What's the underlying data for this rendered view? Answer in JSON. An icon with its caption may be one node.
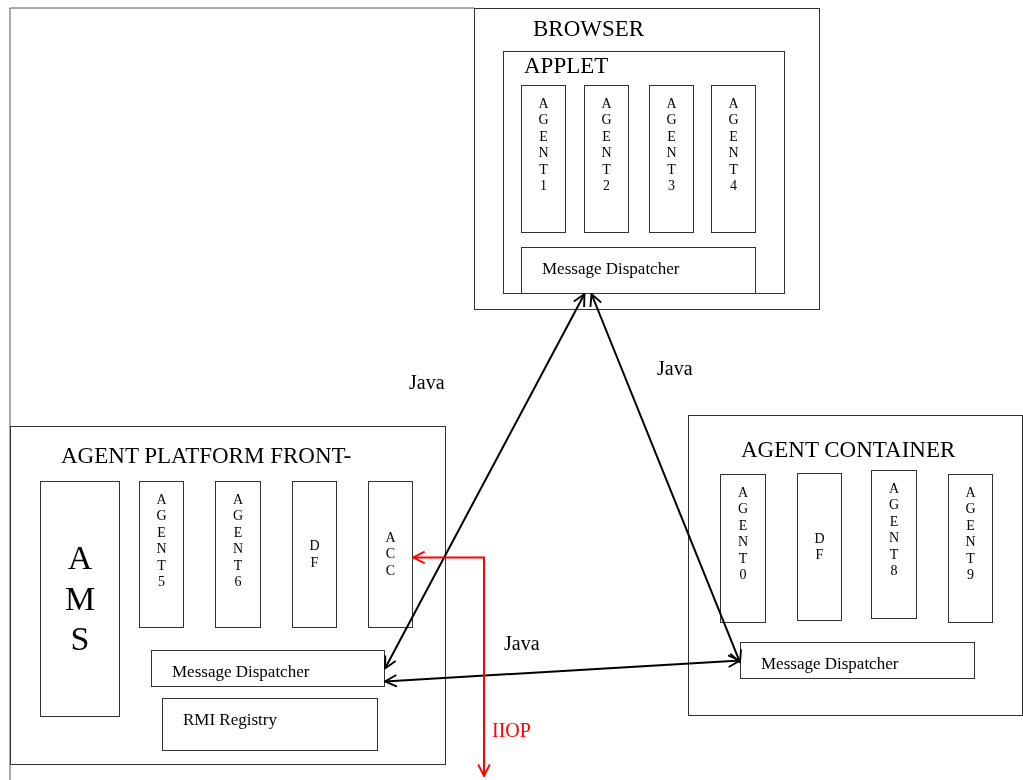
{
  "diagram": {
    "nodes": [
      {
        "text": [
          "BROWSER"
        ]
      },
      {
        "text": [
          "APPLET"
        ],
        "in": 0
      },
      {
        "text": [
          "AGENT1"
        ],
        "in": 1
      },
      {
        "text": [
          "AGENT2"
        ],
        "in": 1
      },
      {
        "text": [
          "AGENT3"
        ],
        "in": 1
      },
      {
        "text": [
          "AGENT4"
        ],
        "in": 1
      },
      {
        "text": [
          "Message Dispatcher"
        ],
        "in": 1
      },
      {
        "text": [
          "AGENT PLATFORM FRONT-"
        ]
      },
      {
        "text": [
          "AMS"
        ],
        "in": 7
      },
      {
        "text": [
          "AGENT5"
        ],
        "in": 7
      },
      {
        "text": [
          "AGENT6"
        ],
        "in": 7
      },
      {
        "text": [
          "DF"
        ],
        "in": 7
      },
      {
        "text": [
          "ACC"
        ],
        "in": 7
      },
      {
        "text": [
          "Message Dispatcher"
        ],
        "in": 7
      },
      {
        "text": [
          "RMI Registry"
        ],
        "in": 7
      },
      {
        "text": [
          "AGENT CONTAINER"
        ]
      },
      {
        "text": [
          "AGENT0"
        ],
        "in": 15
      },
      {
        "text": [
          "DF"
        ],
        "in": 15
      },
      {
        "text": [
          "AGENT8"
        ],
        "in": 15
      },
      {
        "text": [
          "AGENT9"
        ],
        "in": 15
      },
      {
        "text": [
          "Message Dispatcher"
        ],
        "in": 15
      }
    ],
    "edges": [
      {
        "from": 6,
        "to": 13,
        "arrow": "both",
        "label": "Java"
      },
      {
        "from": 6,
        "to": 20,
        "arrow": "both",
        "label": "Java"
      },
      {
        "from": 13,
        "to": 20,
        "arrow": "both",
        "label": "Java"
      },
      {
        "from": 12,
        "to": null,
        "arrow": "both",
        "label": "IIOP",
        "color": "#ff0000"
      }
    ]
  }
}
